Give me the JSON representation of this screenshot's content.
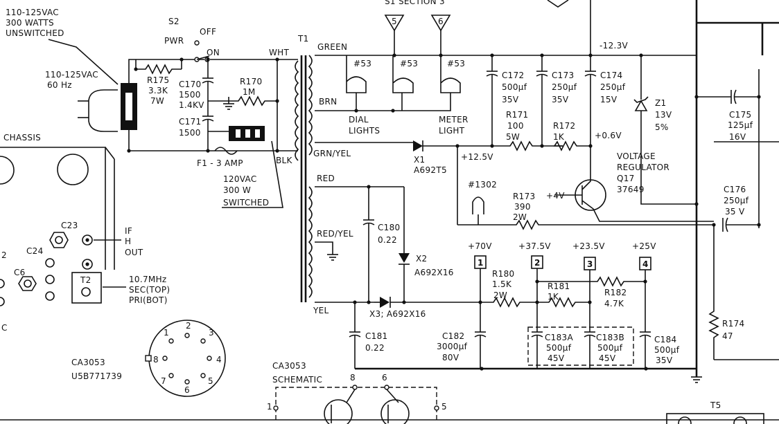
{
  "power": {
    "unswitched": [
      "110-125VAC",
      "300 WATTS",
      "UNSWITCHED"
    ],
    "input": [
      "110-125VAC",
      "60 Hz"
    ],
    "switch_name": "S2",
    "switch_pwr": "PWR",
    "switch_off": "OFF",
    "switch_on": "ON",
    "r175": [
      "R175",
      "3.3K",
      "7W"
    ],
    "c170": [
      "C170",
      "1500",
      "1.4KV"
    ],
    "c171": [
      "C171",
      "1500"
    ],
    "r170": [
      "R170",
      "1M"
    ],
    "fuse": "F1 - 3 AMP",
    "switched": [
      "120VAC",
      "300 W",
      "SWITCHED"
    ]
  },
  "chassis": {
    "title": "CHASSIS",
    "c23": "C23",
    "c24": "C24",
    "c6": "C6",
    "if_out": [
      "IF",
      "H",
      "OUT"
    ],
    "t2": "T2",
    "t2_note": [
      "10.7MHz",
      "SEC(TOP)",
      "PRI(BOT)"
    ],
    "edge_2": "2",
    "edge_c": "C"
  },
  "ic": {
    "part": "CA3053",
    "number": "U5B771739",
    "pins": [
      "1",
      "2",
      "3",
      "4",
      "5",
      "6",
      "7",
      "8"
    ],
    "schematic": [
      "CA3053",
      "SCHEMATIC"
    ],
    "sch_pins": [
      "8",
      "6",
      "1",
      "5"
    ]
  },
  "transformer": {
    "name": "T1",
    "green": "GREEN",
    "wht": "WHT",
    "brn": "BRN",
    "blk": "BLK",
    "grn_yel": "GRN/YEL",
    "red": "RED",
    "red_yel": "RED/YEL",
    "yel": "YEL"
  },
  "section": {
    "title": "S1 SECTION 3",
    "flag5": "5",
    "flag6": "6"
  },
  "lamps": {
    "l1": "#53",
    "l2": "#53",
    "l3": "#53",
    "dial": [
      "DIAL",
      "LIGHTS"
    ],
    "meter": [
      "METER",
      "LIGHT"
    ],
    "pilot": "#1302"
  },
  "regulator": {
    "v_neg": "-12.3V",
    "c172": [
      "C172",
      "500µf",
      "35V"
    ],
    "c173": [
      "C173",
      "250µf",
      "35V"
    ],
    "c174": [
      "C174",
      "250µf",
      "15V"
    ],
    "z1": [
      "Z1",
      "13V",
      "5%"
    ],
    "c175": [
      "C175",
      "125µf",
      "16V"
    ],
    "r171": [
      "R171",
      "100",
      "5W"
    ],
    "r172": [
      "R172",
      "1K"
    ],
    "v_plus06": "+0.6V",
    "x1": [
      "X1",
      "A692T5"
    ],
    "v_125": "+12.5V",
    "vr": [
      "VOLTAGE",
      "REGULATOR",
      "Q17",
      "37649"
    ],
    "v_4": "+4V",
    "r173": [
      "R173",
      "390",
      "2W"
    ],
    "c176": [
      "C176",
      "250µf",
      "35 V"
    ],
    "r174": [
      "R174",
      "47"
    ]
  },
  "supply": {
    "c180": [
      "C180",
      "0.22"
    ],
    "x2": [
      "X2",
      "A692X16"
    ],
    "x3": "X3; A692X16",
    "c181": [
      "C181",
      "0.22"
    ],
    "v70": "+70V",
    "v375": "+37.5V",
    "v235": "+23.5V",
    "v25": "+25V",
    "t1": "1",
    "t2": "2",
    "t3": "3",
    "t4": "4",
    "r180": [
      "R180",
      "1.5K",
      "2W"
    ],
    "r181": [
      "R181",
      "1K"
    ],
    "r182": [
      "R182",
      "4.7K"
    ],
    "c182": [
      "C182",
      "3000µf",
      "80V"
    ],
    "c183a": [
      "C183A",
      "500µf",
      "45V"
    ],
    "c183b": [
      "C183B",
      "500µf",
      "45V"
    ],
    "c184": [
      "C184",
      "500µf",
      "35V"
    ],
    "t5": "T5"
  }
}
